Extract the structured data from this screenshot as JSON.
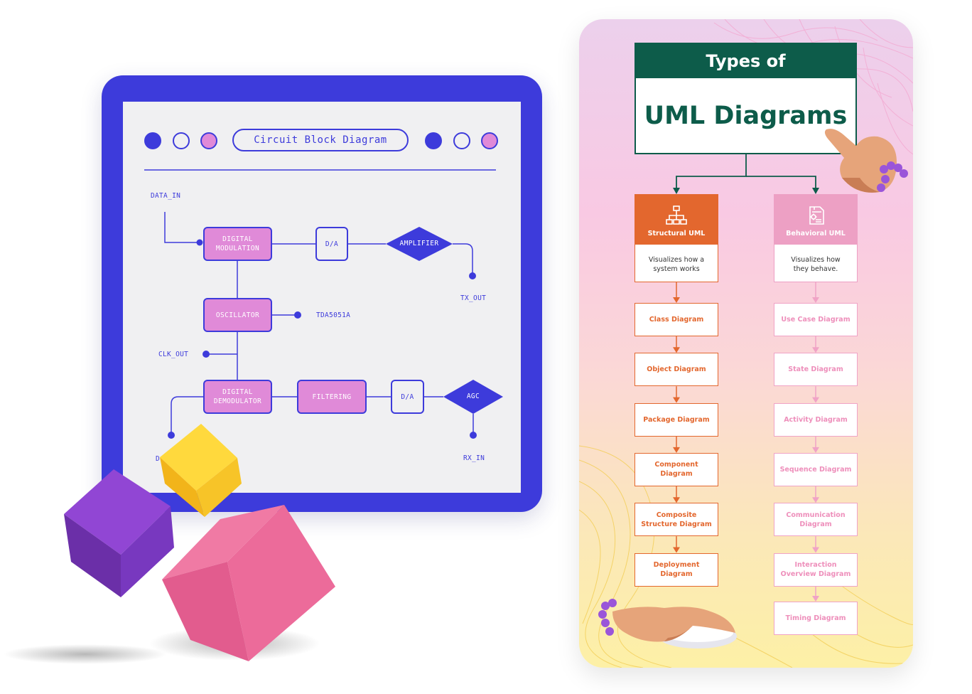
{
  "circuit": {
    "title": "Circuit Block Diagram",
    "blocks": {
      "digital_modulation": "DIGITAL MODULATION",
      "da_top": "D/A",
      "amplifier": "AMPLIFIER",
      "oscillator": "OSCILLATOR",
      "digital_demodulator": "DIGITAL DEMODULATOR",
      "filtering": "FILTERING",
      "da_bottom": "D/A",
      "agc": "AGC"
    },
    "signals": {
      "data_in": "DATA_IN",
      "tx_out": "TX_OUT",
      "tda": "TDA5051A",
      "clk_out": "CLK_OUT",
      "rx_in": "RX_IN",
      "data_out_partial": "D"
    },
    "colors": {
      "primary": "#3d3bdb",
      "block_fill": "#e08ad8",
      "screen": "#f0f0f2"
    }
  },
  "uml": {
    "header_top": "Types of",
    "header_main": "UML Diagrams",
    "structural": {
      "title": "Structural UML",
      "icon": "hierarchy-icon",
      "description": "Visualizes how a system works",
      "items": [
        "Class Diagram",
        "Object Diagram",
        "Package Diagram",
        "Component Diagram",
        "Composite Structure Diagram",
        "Deployment Diagram"
      ]
    },
    "behavioral": {
      "title": "Behavioral UML",
      "icon": "document-gear-icon",
      "description": "Visualizes how they behave.",
      "items": [
        "Use Case Diagram",
        "State Diagram",
        "Activity Diagram",
        "Sequence Diagram",
        "Communication Diagram",
        "Interaction Overview Diagram",
        "Timing Diagram"
      ]
    },
    "colors": {
      "header": "#0d5c4a",
      "structural": "#e3672e",
      "behavioral": "#eda0c4"
    }
  },
  "decorations": {
    "cubes": [
      "purple-cube",
      "yellow-cube",
      "pink-cube"
    ],
    "hands": [
      "pointing-hand",
      "mouse-hand"
    ]
  }
}
